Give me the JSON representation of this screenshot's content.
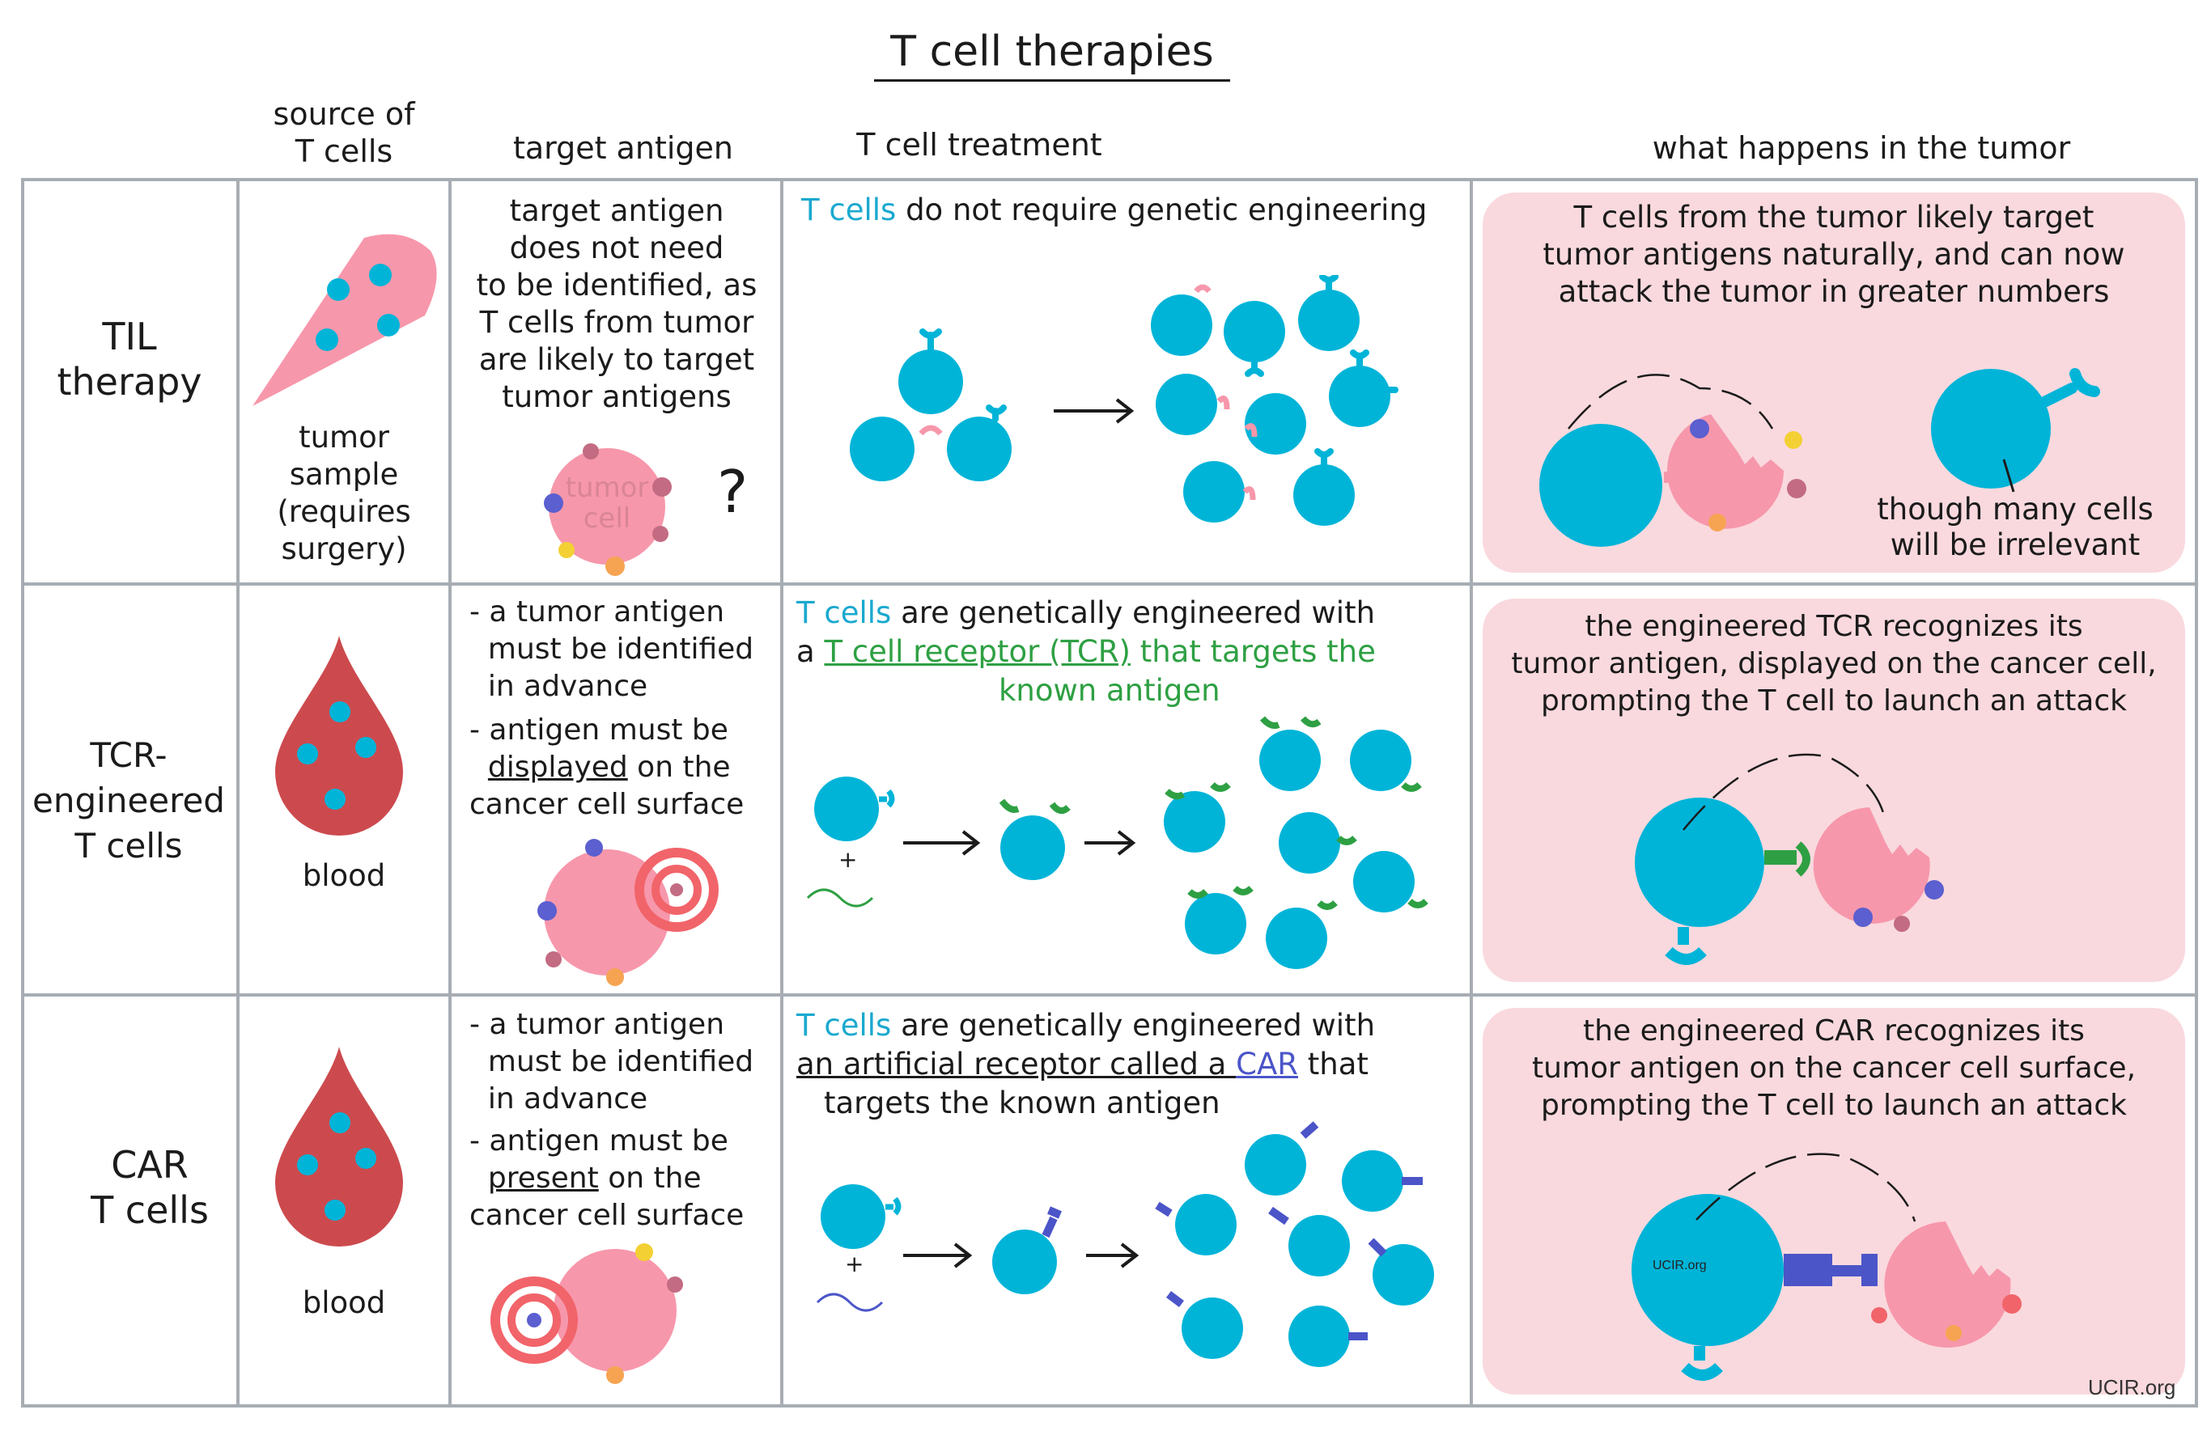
{
  "title": "T cell therapies",
  "headers": {
    "source": "source of\nT cells",
    "antigen": "target antigen",
    "treatment": "T cell treatment",
    "tumor": "what happens in the tumor"
  },
  "rows": [
    {
      "label": "TIL\ntherapy",
      "source_label": "tumor\nsample\n(requires\nsurgery)",
      "antigen_text": "target antigen\ndoes not need\nto be identified, as\nT cells from tumor\nare likely to target\ntumor antigens",
      "tumor_cell_label": "tumor\ncell",
      "question_mark": "?",
      "treatment_highlight": "T cells",
      "treatment_rest": " do not require genetic engineering",
      "tumor_text": "T cells from the tumor likely target\ntumor antigens naturally, and can now\nattack the tumor in greater numbers",
      "tumor_note": "though many cells\nwill be irrelevant"
    },
    {
      "label": "TCR-\nengineered\nT cells",
      "source_label": "blood",
      "antigen_line1": "- a tumor antigen\n  must be identified\n  in advance",
      "antigen_line2a": "- antigen must be",
      "antigen_underlined": "displayed",
      "antigen_line2b": " on the",
      "antigen_line2c": "cancer cell surface",
      "treatment_highlight": "T cells",
      "treatment_rest": " are genetically  engineered with",
      "treatment_a": "a ",
      "treatment_receptor": "T cell receptor (TCR)",
      "treatment_targets": " that targets the",
      "treatment_known": "known antigen",
      "plus": "+",
      "tumor_text": "the engineered  TCR recognizes its\ntumor antigen, displayed on the cancer cell,\nprompting the T cell to launch an attack"
    },
    {
      "label": "CAR\nT cells",
      "source_label": "blood",
      "antigen_line1": "- a tumor antigen\n  must be identified\n  in advance",
      "antigen_line2a": "- antigen must be",
      "antigen_underlined": "present",
      "antigen_line2b": " on the",
      "antigen_line2c": "cancer cell surface",
      "treatment_highlight": "T cells",
      "treatment_rest": " are genetically engineered with",
      "treatment_ul1": "an artificial receptor called a ",
      "treatment_car": "CAR",
      "treatment_that": " that",
      "treatment_targets": "targets the known antigen",
      "plus": "+",
      "tumor_text": "the engineered  CAR recognizes its\ntumor antigen on the cancer cell surface,\nprompting the T cell to launch an attack",
      "cell_watermark": "UCIR.org"
    }
  ],
  "watermark": "UCIR.org",
  "colors": {
    "tcell": "#00b4d8",
    "tumor": "#f797ab",
    "blood": "#cc4a4e",
    "panel": "#f9d9de",
    "tcr": "#2ea043",
    "car": "#4b55c8",
    "target": "#f1646a",
    "grid": "#a7adb3"
  }
}
